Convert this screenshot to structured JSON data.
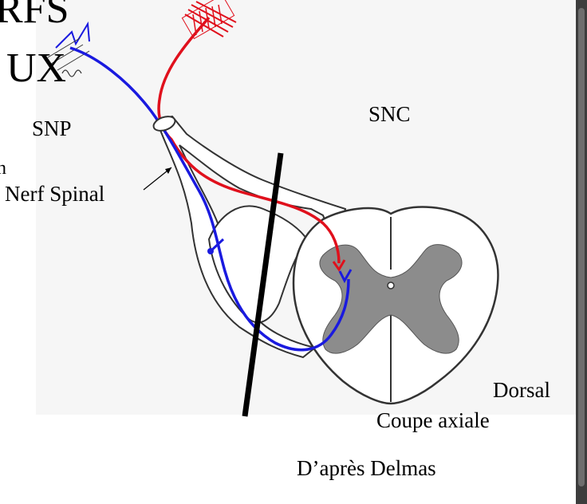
{
  "title_fragment_1": "RFS",
  "title_fragment_2": "UX",
  "stray_fragment": "n",
  "labels": {
    "snp": "SNP",
    "snc": "SNC",
    "nerf_spinal": "Nerf Spinal",
    "dorsal": "Dorsal",
    "coupe_axiale": "Coupe axiale",
    "credit": "D’après Delmas"
  },
  "colors": {
    "sensory_path": "#e0101c",
    "motor_path": "#1a1adf",
    "grey_matter": "#8c8c8c",
    "outline": "#333333",
    "divider": "#000000",
    "scrollbar": "#3d3d3d"
  }
}
